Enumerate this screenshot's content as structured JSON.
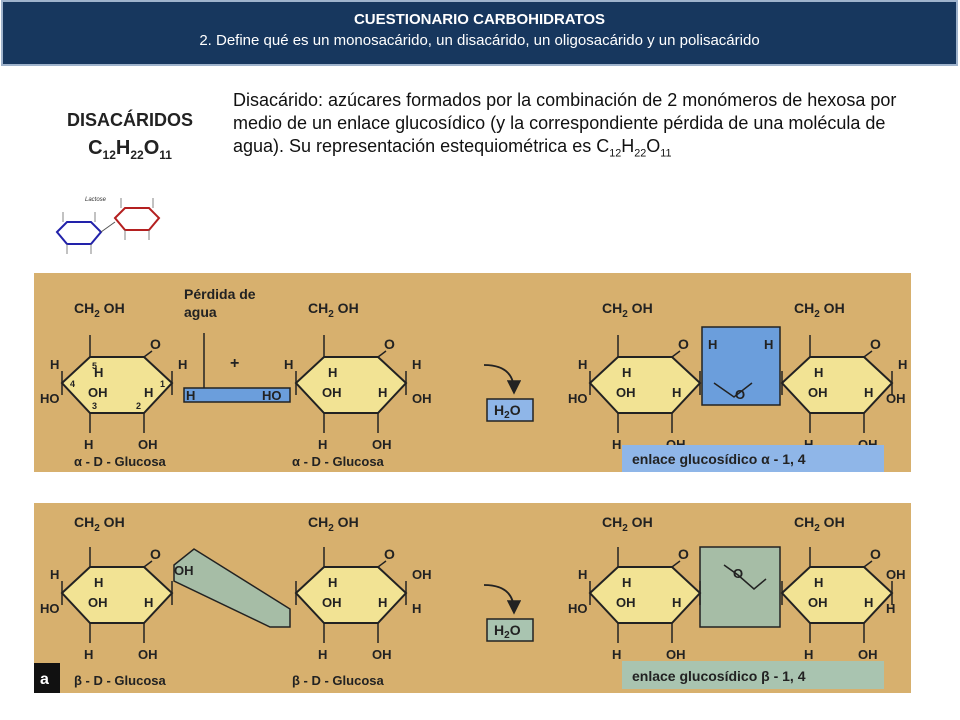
{
  "header": {
    "title": "CUESTIONARIO CARBOHIDRATOS",
    "question": "2. Define qué es un monosacárido, un disacárido, un oligosacárido y un polisacárido"
  },
  "topic": {
    "name": "DISACÁRIDOS",
    "formula": {
      "c": "C",
      "c_sub": "12",
      "h": "H",
      "h_sub": "22",
      "o": "O",
      "o_sub": "11"
    }
  },
  "description": {
    "text": "Disacárido: azúcares formados por la combinación de 2 monómeros de hexosa por medio de un enlace glucosídico (y la correspondiente pérdida de una molécula de agua). Su representación estequiométrica es",
    "formula": {
      "c": "C",
      "c_sub": "12",
      "h": "H",
      "h_sub": "22",
      "o": "O",
      "o_sub": "11"
    }
  },
  "mini_diagram": {
    "label": "Lactose"
  },
  "panel_alpha": {
    "water_loss_label_1": "Pérdida de",
    "water_loss_label_2": "agua",
    "ch2oh": "CH",
    "ch2oh_sub": "2",
    "ch2oh_tail": " OH",
    "ring_o": "O",
    "h": "H",
    "oh": "OH",
    "ho": "HO",
    "plus": "+",
    "num_1": "1",
    "num_2": "2",
    "num_3": "3",
    "num_4": "4",
    "num_5": "5",
    "water_h": "H",
    "water_2": "2",
    "water_o": "O",
    "left_label": "α - D - Glucosa",
    "right_label": "α - D - Glucosa",
    "bond_label": "enlace glucosídico  α - 1, 4",
    "colors": {
      "ring": "#f2e394",
      "highlight": "#6b9edc",
      "bond_box": "#8fb6e8"
    }
  },
  "panel_beta": {
    "letter": "a",
    "left_label": "β - D - Glucosa",
    "right_label": "β - D - Glucosa",
    "bond_label": "enlace glucosídico  β - 1, 4",
    "colors": {
      "ring": "#f2e394",
      "highlight": "#a6bda6",
      "bond_box": "#a9c4b0"
    }
  }
}
